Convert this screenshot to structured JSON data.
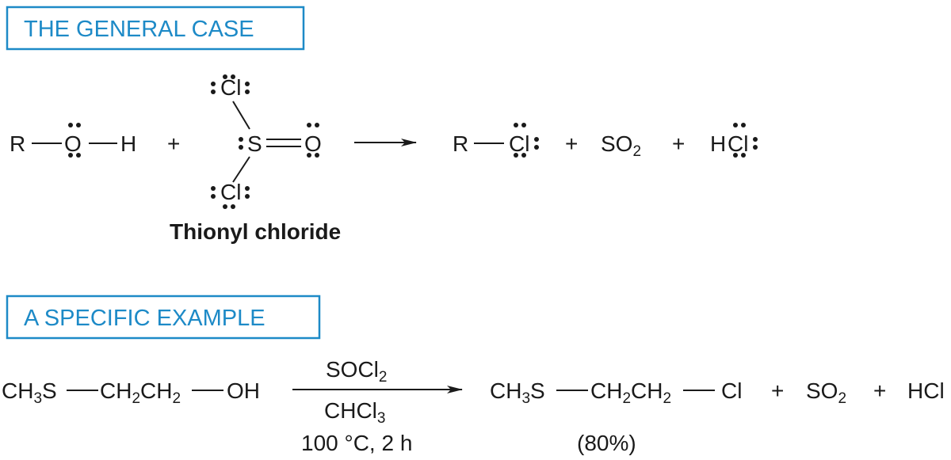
{
  "general": {
    "heading": "THE GENERAL CASE",
    "reactant_r": "R",
    "reactant_o": "O",
    "reactant_h": "H",
    "plus1": "+",
    "thionyl_cl_top": "Cl",
    "thionyl_s": "S",
    "thionyl_o": "O",
    "thionyl_cl_bottom": "Cl",
    "thionyl_label": "Thionyl chloride",
    "product_r": "R",
    "product_cl": "Cl",
    "plus2": "+",
    "so2_main": "SO",
    "so2_sub": "2",
    "plus3": "+",
    "hcl_h": "H",
    "hcl_cl": "Cl"
  },
  "specific": {
    "heading": "A SPECIFIC EXAMPLE",
    "reactant": {
      "part1_main": "CH",
      "part1_sub": "3",
      "part1_tail": "S",
      "part2_a": "CH",
      "part2_sub_a": "2",
      "part2_b": "CH",
      "part2_sub_b": "2",
      "part3": "OH"
    },
    "reagent_main": "SOCl",
    "reagent_sub": "2",
    "solvent_main": "CHCl",
    "solvent_sub": "3",
    "conditions": "100 °C, 2 h",
    "product": {
      "part1_main": "CH",
      "part1_sub": "3",
      "part1_tail": "S",
      "part2_a": "CH",
      "part2_sub_a": "2",
      "part2_b": "CH",
      "part2_sub_b": "2",
      "part3": "Cl"
    },
    "yield": "(80%)",
    "plus1": "+",
    "so2_main": "SO",
    "so2_sub": "2",
    "plus2": "+",
    "hcl": "HCl"
  },
  "colors": {
    "accent": "#1d8ac7",
    "ink": "#1a1a1a"
  }
}
